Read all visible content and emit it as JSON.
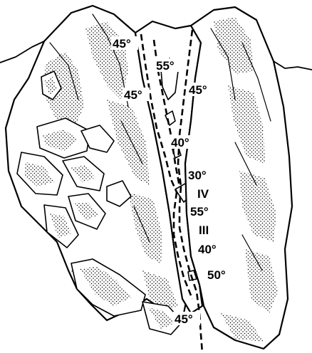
{
  "diagram": {
    "angles": {
      "a1": "45°",
      "a2": "55°",
      "a3": "45°",
      "a4": "45°",
      "a5": "40°",
      "a6": "30°",
      "a7": "55°",
      "a8": "40°",
      "a9": "50°",
      "a10": "45°"
    },
    "pitch_markers": {
      "p4": "IV",
      "p3": "III"
    }
  }
}
